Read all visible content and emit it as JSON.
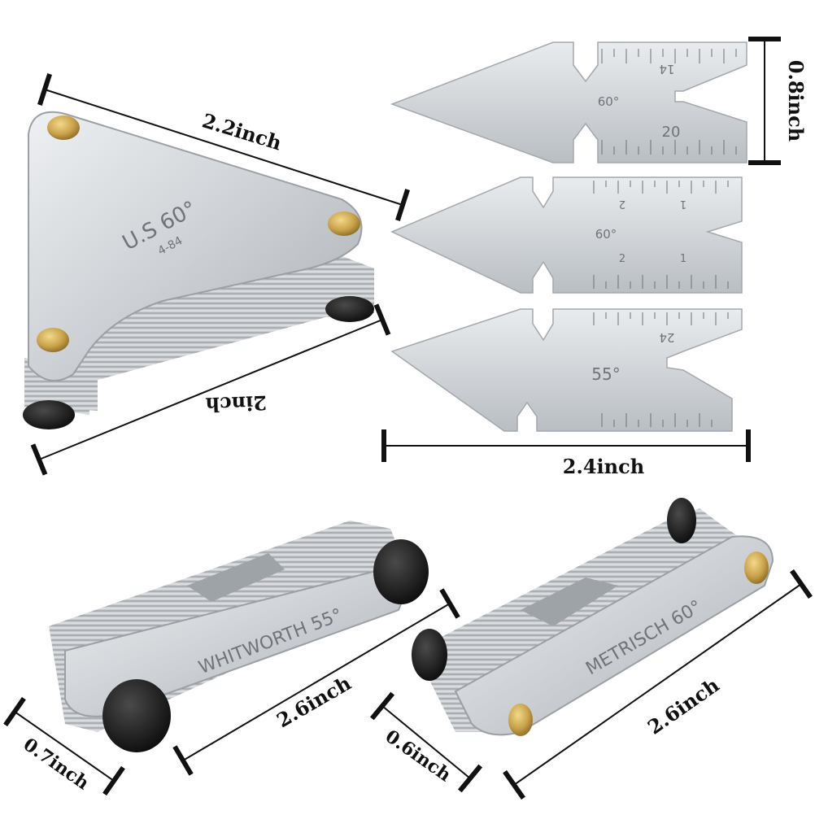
{
  "product_photo": {
    "triangle_gauge": {
      "engraving_line1": "U.S 60°",
      "engraving_line2": "4-84",
      "width_label": "2.2inch",
      "depth_label": "2inch"
    },
    "center_gauges": {
      "gauge_1": {
        "angle": "60°",
        "tick_numbers": [
          "14",
          "20"
        ]
      },
      "gauge_2": {
        "angle": "60°",
        "tick_numbers": [
          "2",
          "1",
          "2",
          "1"
        ]
      },
      "gauge_3": {
        "angle": "55°",
        "tick_numbers": [
          "24"
        ]
      },
      "height_label": "0.8inch",
      "length_label": "2.4inch"
    },
    "whitworth_gauge": {
      "engraving": "WHITWORTH 55°",
      "length_label": "2.6inch",
      "width_label": "0.7inch"
    },
    "metrisch_gauge": {
      "engraving": "METRISCH 60°",
      "length_label": "2.6inch",
      "width_label": "0.6inch"
    }
  },
  "colors": {
    "steel_light": "#dfe2e5",
    "steel_mid": "#bfc4c9",
    "steel_dark": "#8b9096",
    "brass": "#c9a24a",
    "knob": "#1a1a1a",
    "dimension_line": "#111111"
  }
}
